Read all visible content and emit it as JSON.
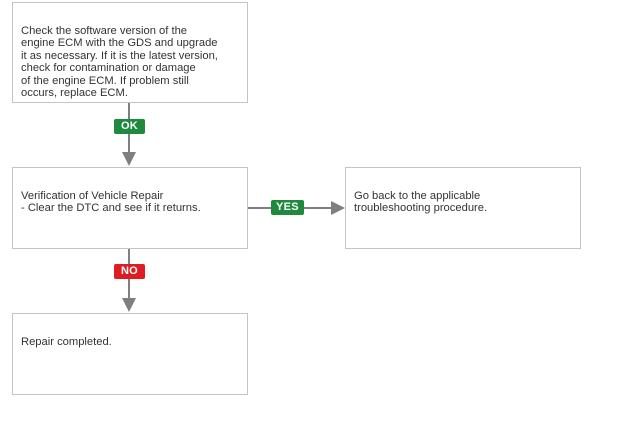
{
  "steps": {
    "check_software": "Check the software version of the\nengine ECM with the GDS and upgrade\nit as necessary. If it is the latest version,\ncheck for contamination or damage\nof the engine ECM. If problem still\noccurs, replace ECM.",
    "verification": "Verification of Vehicle Repair\n- Clear the DTC and see if it returns.",
    "go_back": "Go back to the applicable\ntroubleshooting procedure.",
    "repair_completed": "Repair completed."
  },
  "badges": {
    "ok": "OK",
    "yes": "YES",
    "no": "NO"
  },
  "colors": {
    "ok_green": "#1f8a3d",
    "yes_green": "#1f8a3d",
    "no_red": "#de1c24",
    "connector_gray": "#7f7f7f",
    "box_border": "#c4c4c4"
  }
}
